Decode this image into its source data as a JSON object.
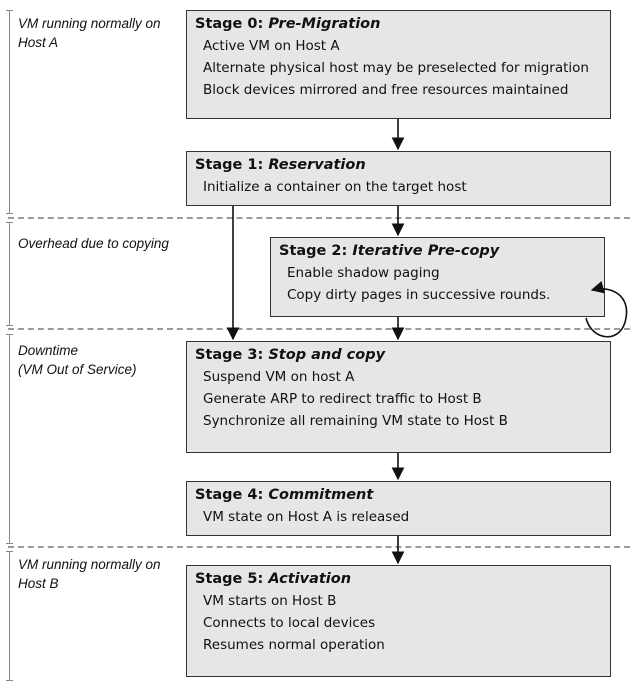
{
  "phases": [
    {
      "label": "VM running normally on\nHost A"
    },
    {
      "label": "Overhead due to copying"
    },
    {
      "label": "Downtime\n(VM Out of Service)"
    },
    {
      "label": "VM running normally on\nHost B"
    }
  ],
  "stages": [
    {
      "title_prefix": "Stage 0: ",
      "title_name": "Pre-Migration",
      "lines": [
        "Active VM on Host A",
        "Alternate physical host may be preselected for migration",
        "Block devices mirrored and free resources maintained"
      ]
    },
    {
      "title_prefix": "Stage 1: ",
      "title_name": "Reservation",
      "lines": [
        "Initialize a container on the target host"
      ]
    },
    {
      "title_prefix": "Stage 2: ",
      "title_name": "Iterative Pre-copy",
      "lines": [
        "Enable shadow paging",
        "Copy dirty pages in successive rounds."
      ]
    },
    {
      "title_prefix": "Stage 3: ",
      "title_name": "Stop and copy",
      "lines": [
        "Suspend VM on host A",
        "Generate ARP to redirect traffic to Host B",
        "Synchronize all remaining VM state to Host B"
      ]
    },
    {
      "title_prefix": "Stage 4: ",
      "title_name": "Commitment",
      "lines": [
        "VM state on Host A is released"
      ]
    },
    {
      "title_prefix": "Stage 5: ",
      "title_name": "Activation",
      "lines": [
        "VM starts on Host B",
        "Connects to local devices",
        "Resumes normal operation"
      ]
    }
  ]
}
